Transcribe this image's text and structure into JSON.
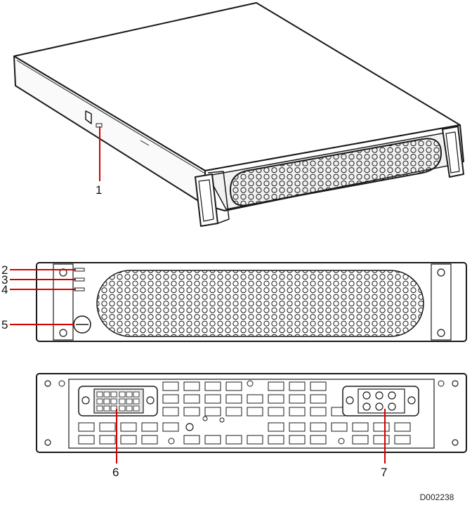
{
  "figure": {
    "callouts": {
      "c1": "1",
      "c2": "2",
      "c3": "3",
      "c4": "4",
      "c5": "5",
      "c6": "6",
      "c7": "7"
    },
    "doc_id": "D002238",
    "colors": {
      "line": "#1a1a1a",
      "callout_leader": "#d40000",
      "body_fill": "#ffffff",
      "shade": "#e6e6e6"
    }
  }
}
